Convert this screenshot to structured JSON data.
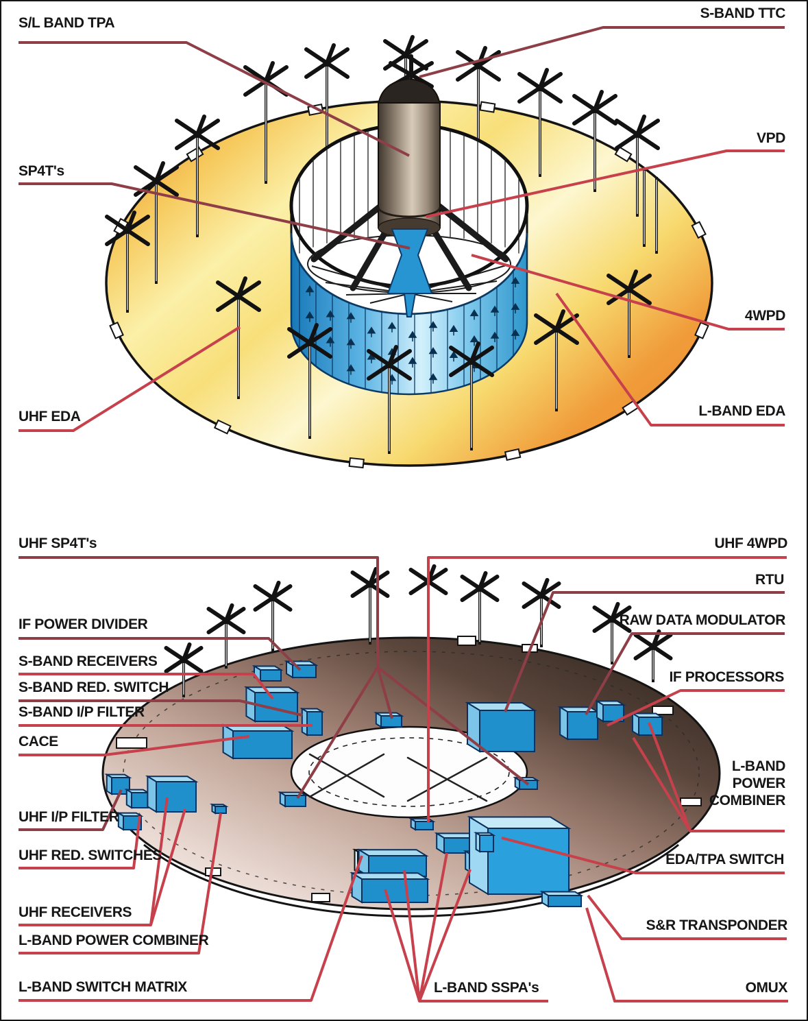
{
  "figure": {
    "description": "Satellite antenna platform cutaway diagrams, exploded labelled views",
    "top_diagram": {
      "name": "antenna-deck-view",
      "labels": {
        "sl_band_tpa": "S/L BAND TPA",
        "s_band_ttc": "S-BAND TTC",
        "sp4ts": "SP4T's",
        "vpd": "VPD",
        "wpd4": "4WPD",
        "uhf_eda": "UHF EDA",
        "l_band_eda": "L-BAND EDA"
      }
    },
    "bottom_diagram": {
      "name": "repeater-deck-view",
      "labels": {
        "uhf_sp4ts": "UHF SP4T's",
        "uhf_4wpd": "UHF 4WPD",
        "rtu": "RTU",
        "if_power_divider": "IF POWER DIVIDER",
        "raw_data_modulator": "RAW DATA MODULATOR",
        "s_band_receivers": "S-BAND RECEIVERS",
        "s_band_red_switch": "S-BAND RED. SWITCH",
        "s_band_ip_filter": "S-BAND I/P FILTER",
        "if_processors": "IF PROCESSORS",
        "cace": "CACE",
        "l_band_power_combiner_right": "L-BAND POWER COMBINER",
        "uhf_ip_filter": "UHF I/P FILTER",
        "uhf_red_switches": "UHF RED. SWITCHES",
        "eda_tpa_switch": "EDA/TPA SWITCH",
        "uhf_receivers": "UHF RECEIVERS",
        "l_band_power_combiner_left": "L-BAND POWER COMBINER",
        "s_r_transponder": "S&R TRANSPONDER",
        "l_band_switch_matrix": "L-BAND SWITCH MATRIX",
        "l_band_sspas": "L-BAND SSPA's",
        "omux": "OMUX"
      }
    }
  },
  "colors": {
    "leader_red": "#c6414b",
    "leader_dark_red": "#8e3e47",
    "disc_yellow": "#f8df7a",
    "disc_orange": "#ef9136",
    "array_blue": "#2e96cc",
    "component_blue_front": "#2090cc",
    "component_blue_top": "#aadcf2",
    "component_blue_side": "#7cc4e8",
    "component_big_front": "#2aa0dc",
    "component_big_top": "#c6eaf8",
    "component_big_side": "#9ed8f2",
    "component_outline": "#0b2f5c",
    "platform_dark": "#3c2f27",
    "platform_light": "#e9d9d2",
    "outline_black": "#141414",
    "label_text": "#161616"
  }
}
